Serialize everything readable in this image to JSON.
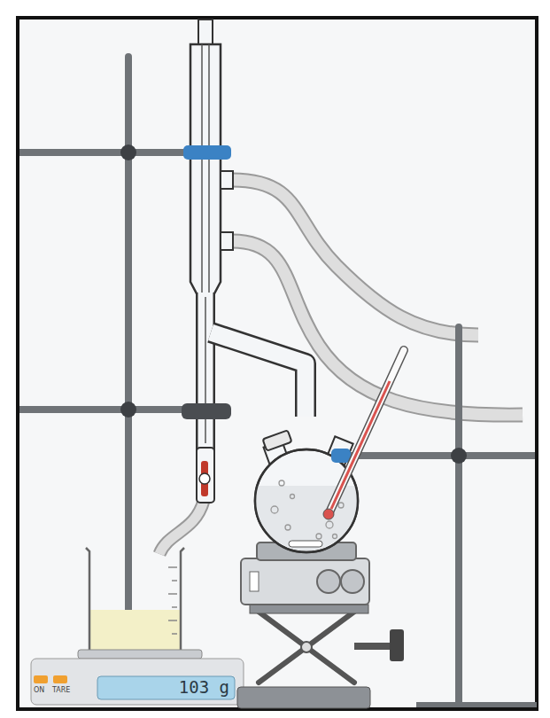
{
  "diagram": {
    "labels": [
      "ON",
      "TARE",
      "103 g"
    ]
  }
}
